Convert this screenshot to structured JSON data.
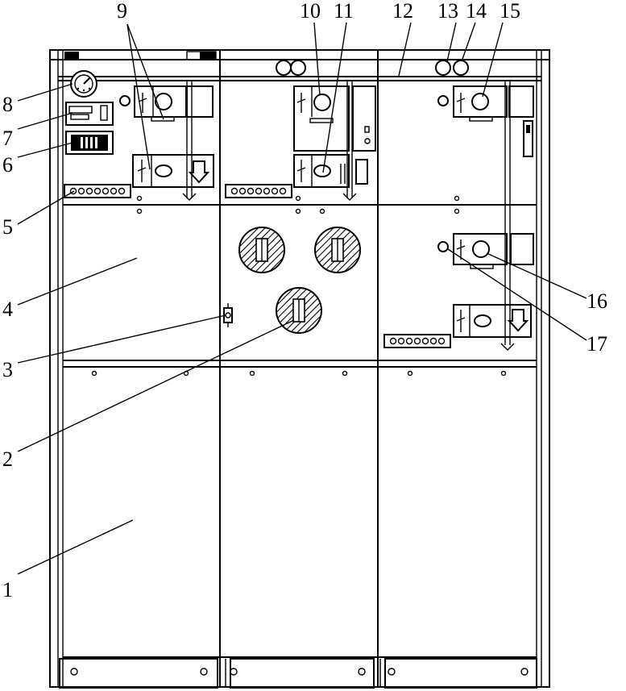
{
  "callouts": {
    "c1": "1",
    "c2": "2",
    "c3": "3",
    "c4": "4",
    "c5": "5",
    "c6": "6",
    "c7": "7",
    "c8": "8",
    "c9": "9",
    "c10": "10",
    "c11": "11",
    "c12": "12",
    "c13": "13",
    "c14": "14",
    "c15": "15",
    "c16": "16",
    "c17": "17"
  },
  "colors": {
    "line": "#000000",
    "background": "#ffffff",
    "hatch": "#000000"
  }
}
